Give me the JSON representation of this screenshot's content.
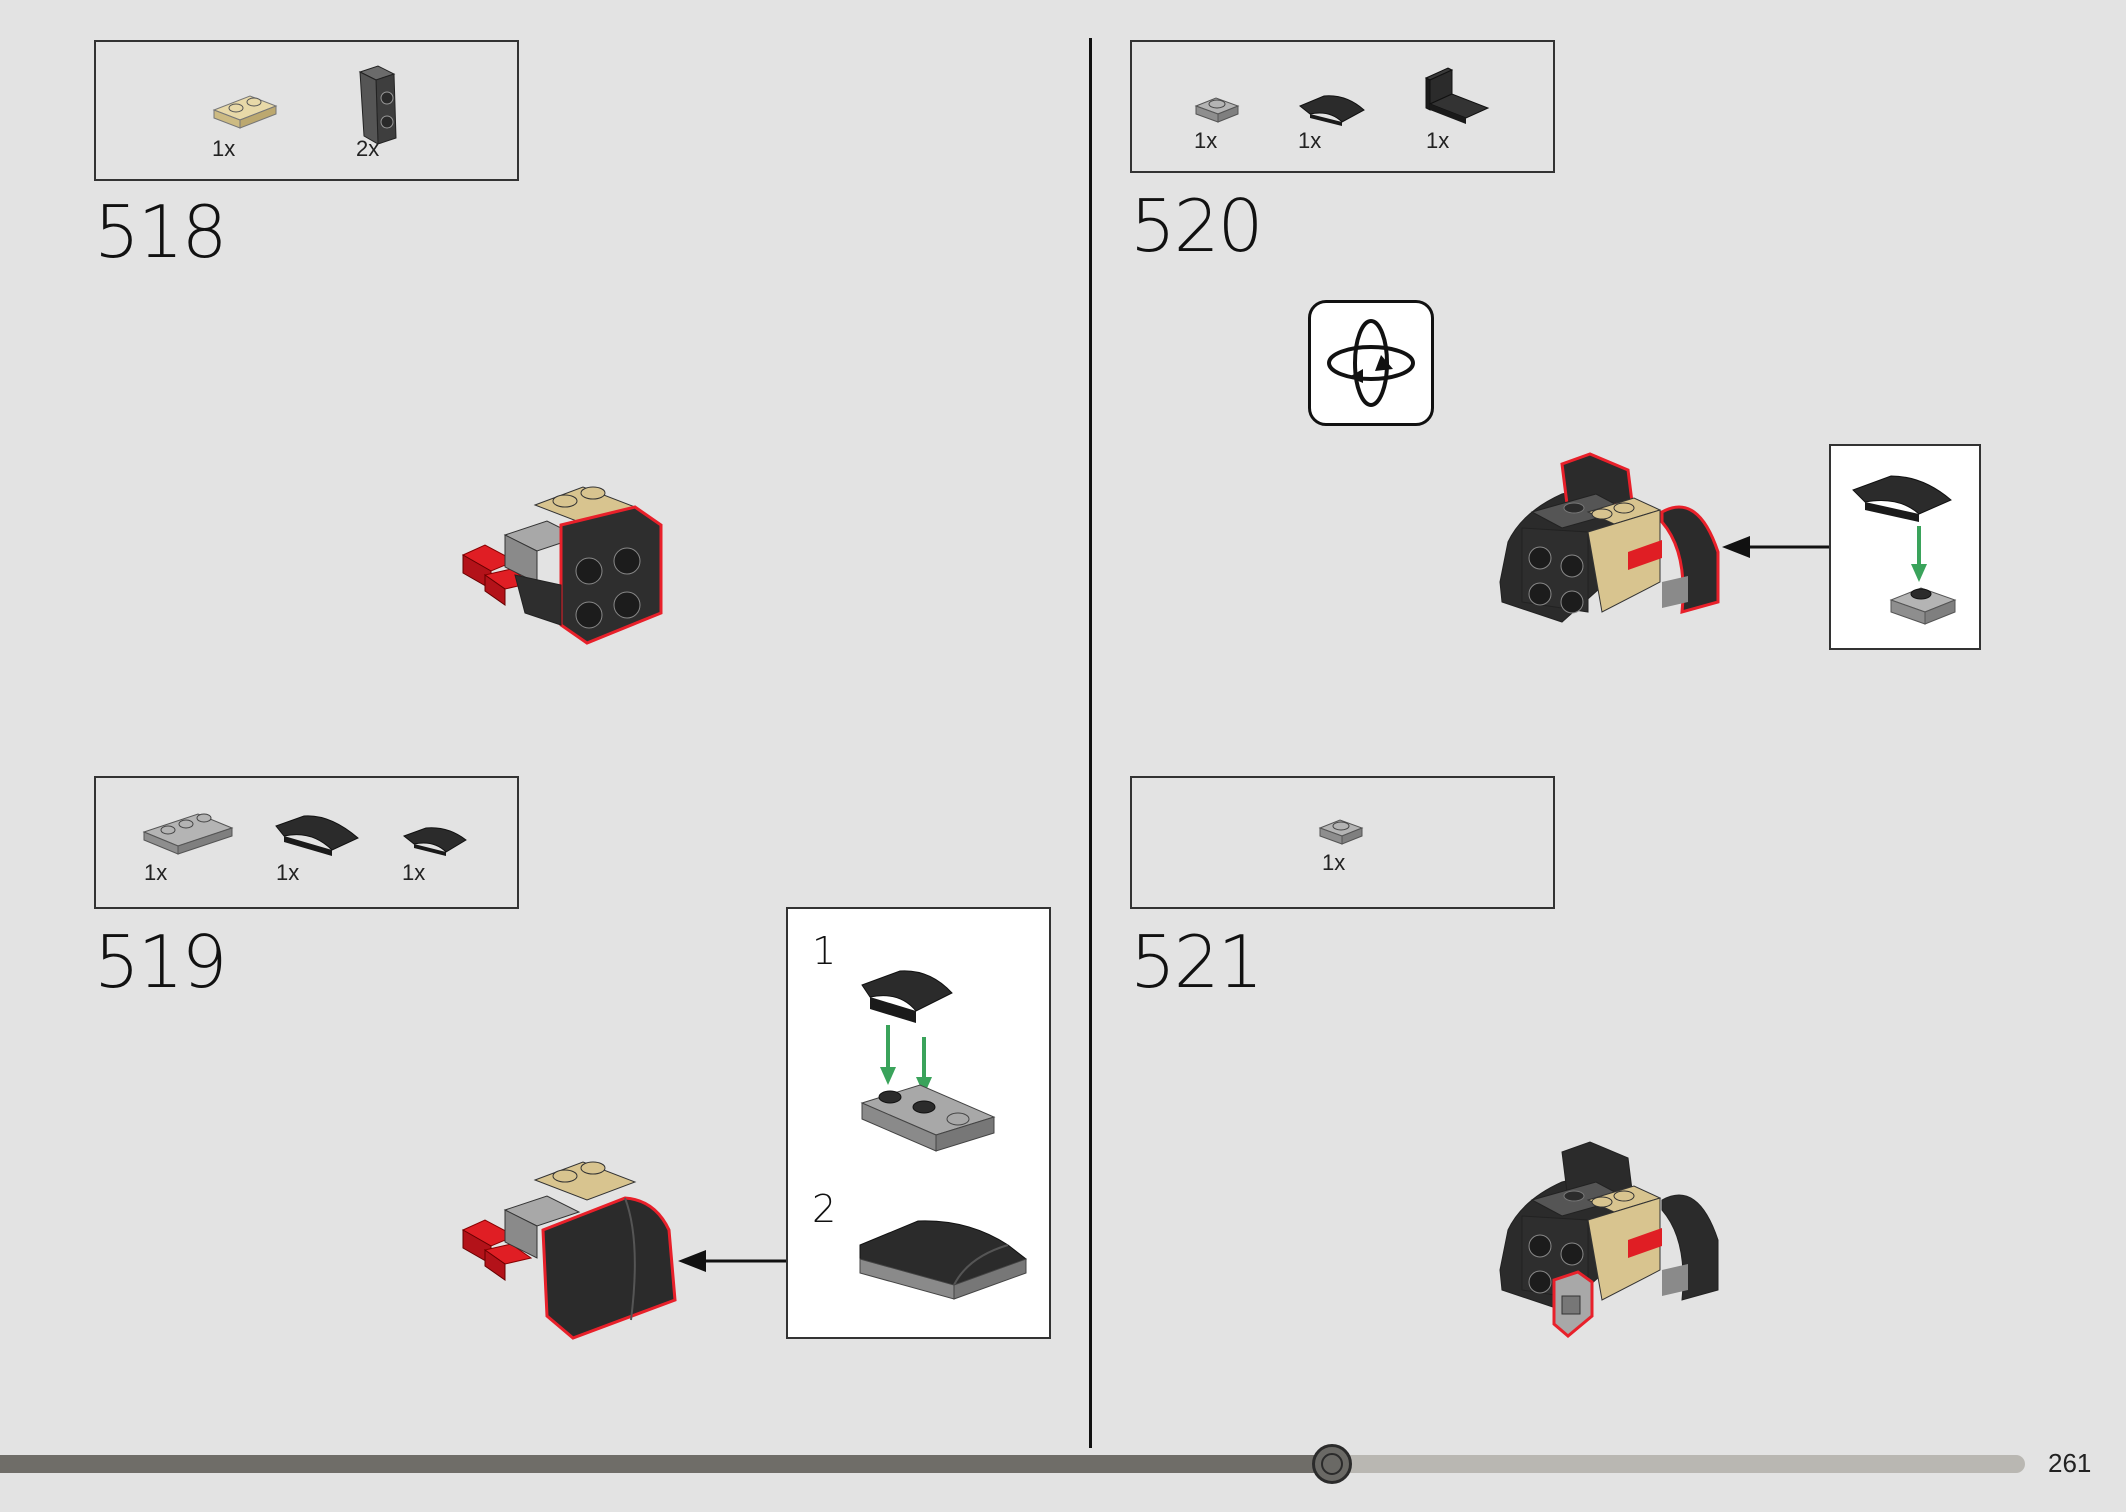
{
  "page": {
    "number": "261",
    "progress_fraction": 0.658
  },
  "steps": [
    {
      "number": "518",
      "parts": [
        {
          "qty": "1x",
          "name": "tan-plate-1x2"
        },
        {
          "qty": "2x",
          "name": "dark-grey-bracket"
        }
      ]
    },
    {
      "number": "519",
      "parts": [
        {
          "qty": "1x",
          "name": "light-grey-plate-1x3"
        },
        {
          "qty": "1x",
          "name": "black-curved-slope-2x2"
        },
        {
          "qty": "1x",
          "name": "black-curved-slope-1x2"
        }
      ],
      "substeps": [
        {
          "number": "1"
        },
        {
          "number": "2"
        }
      ]
    },
    {
      "number": "520",
      "parts": [
        {
          "qty": "1x",
          "name": "light-grey-plate-1x1"
        },
        {
          "qty": "1x",
          "name": "black-curved-slope-1x2"
        },
        {
          "qty": "1x",
          "name": "black-panel-corner"
        }
      ]
    },
    {
      "number": "521",
      "parts": [
        {
          "qty": "1x",
          "name": "light-grey-plate-1x1"
        }
      ]
    }
  ],
  "colors": {
    "background": "#e3e3e3",
    "highlight": "#e8202a",
    "arrow_green": "#3aa35b"
  }
}
